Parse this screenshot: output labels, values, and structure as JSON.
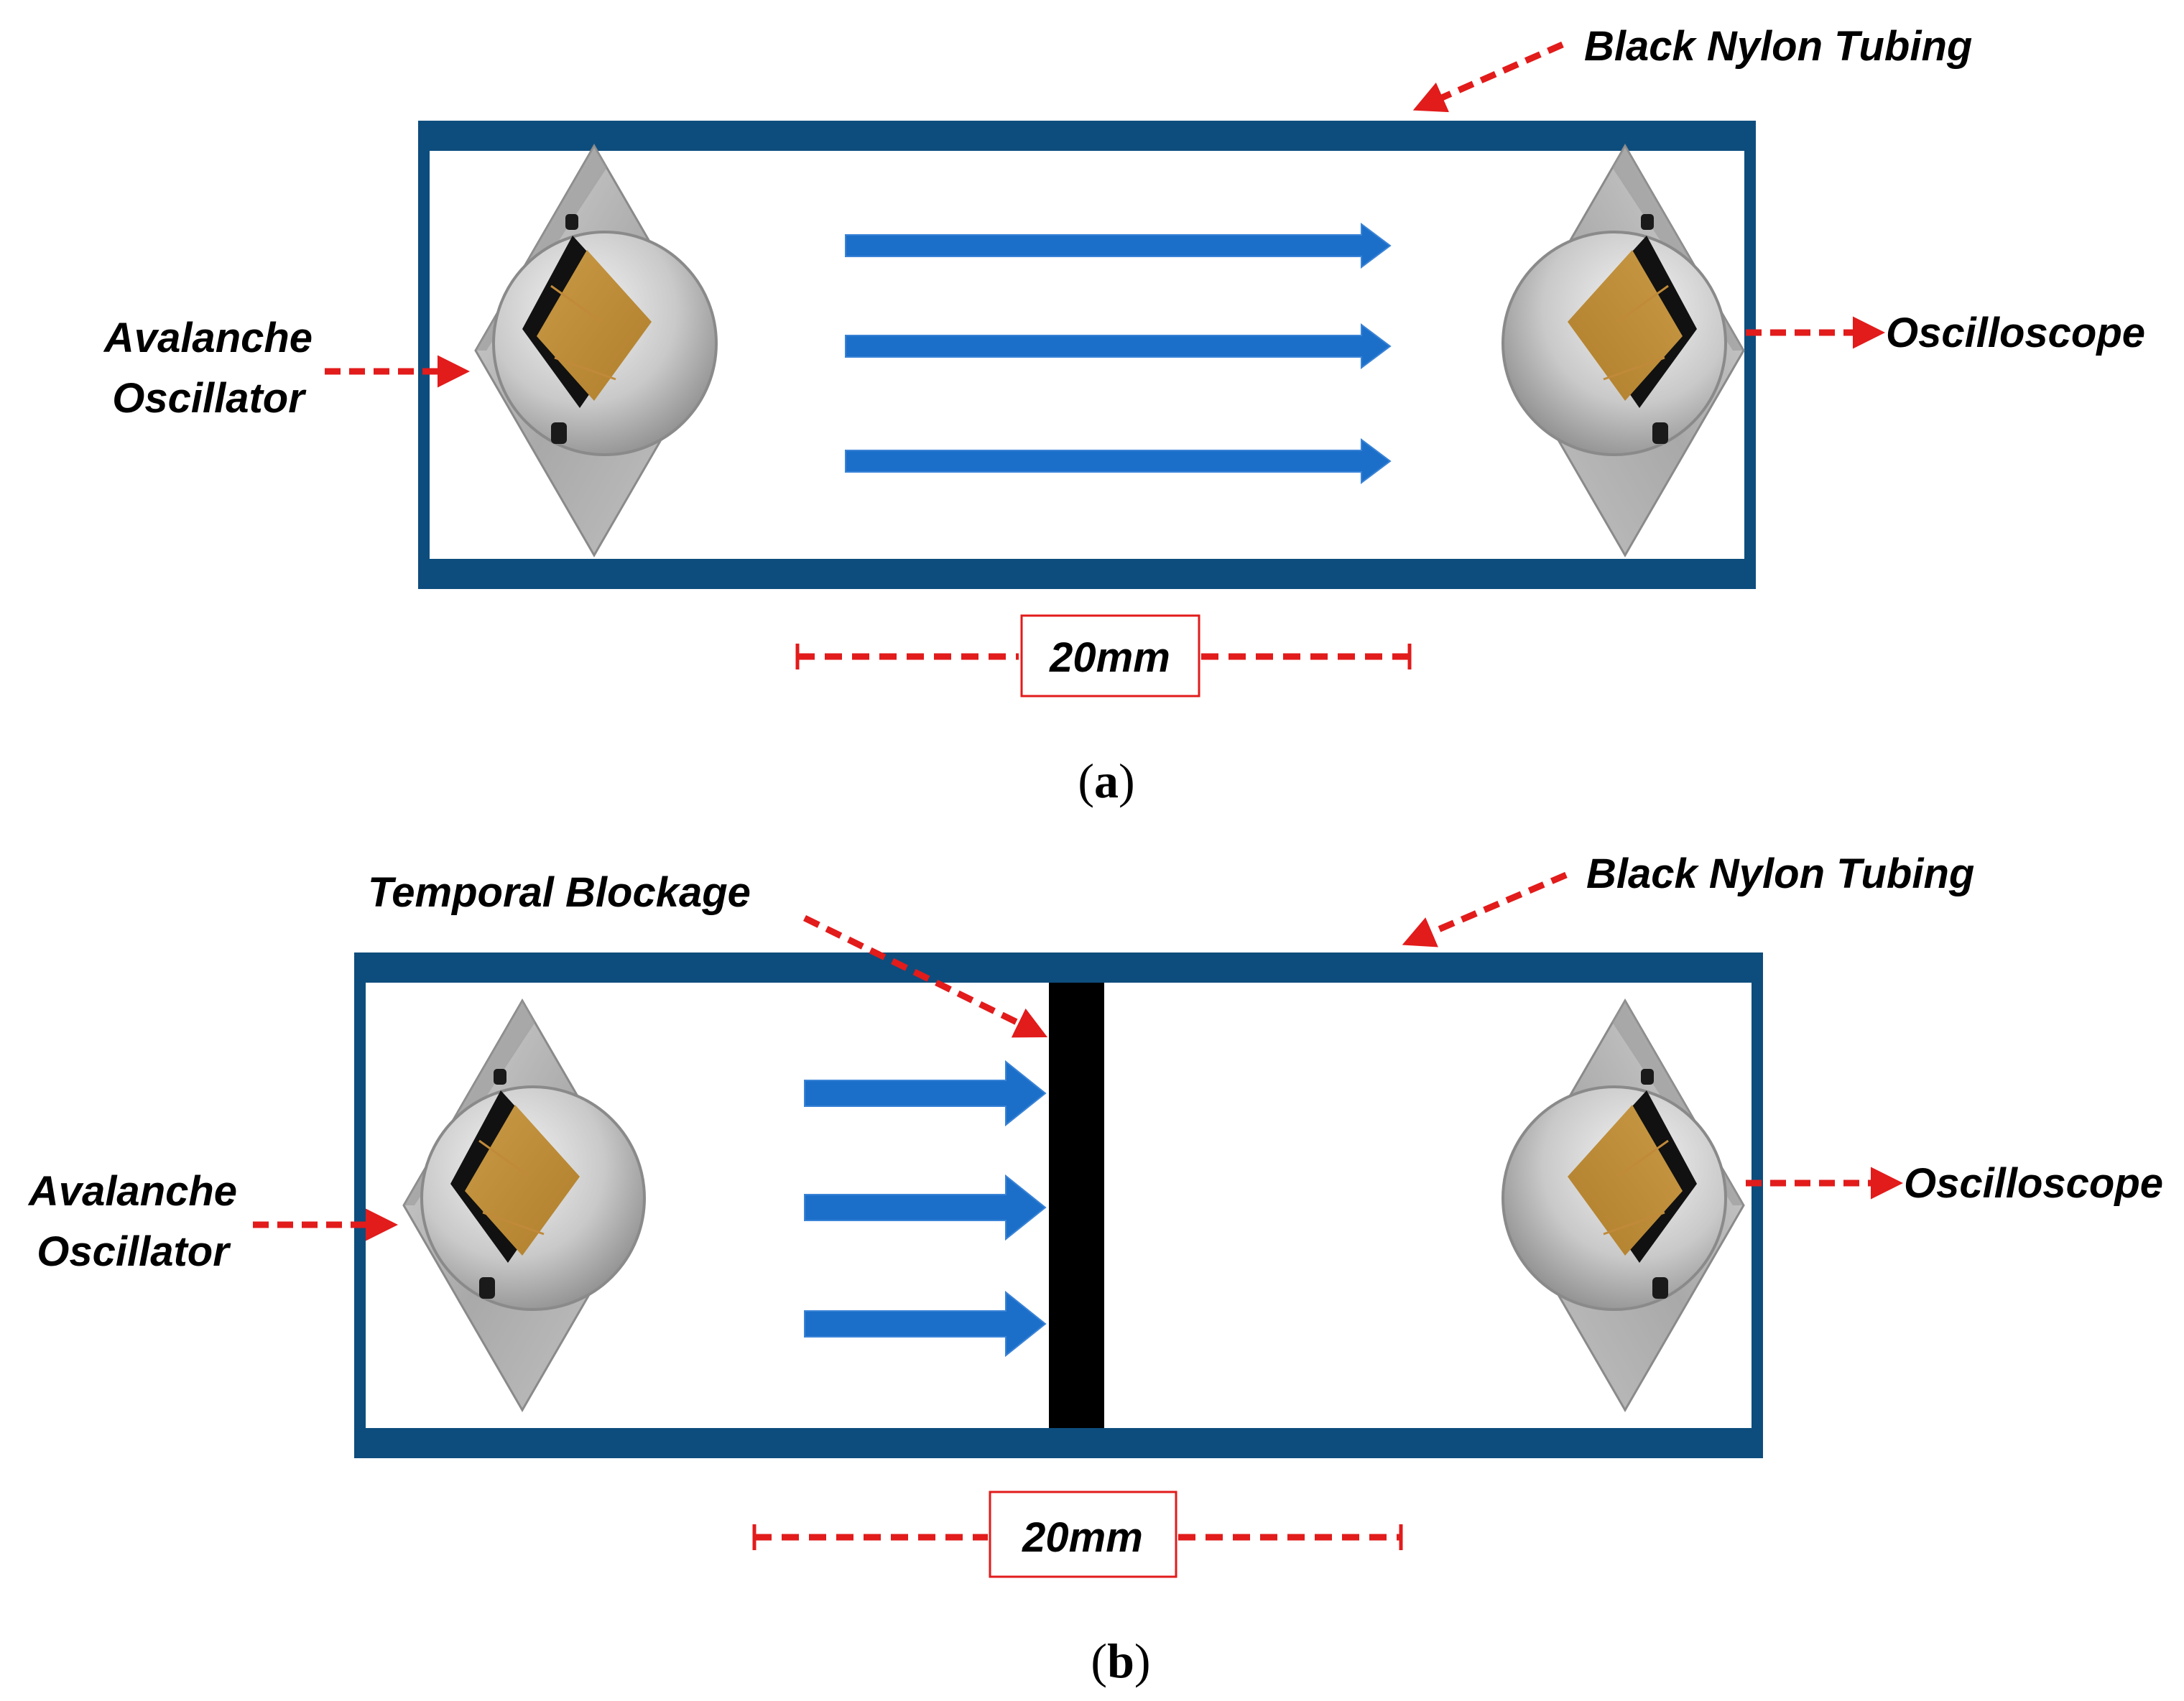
{
  "colors": {
    "tubing": "#0d4d7d",
    "beam_arrow": "#1b6fc9",
    "pointer_arrow": "#e21b1b",
    "blockage": "#000000",
    "scale_box_border": "#e21b1b"
  },
  "panel_a": {
    "tubing_label": "Black Nylon Tubing",
    "source_label_line1": "Avalanche",
    "source_label_line2": "Oscillator",
    "detector_label": "Oscilloscope",
    "scale_label": "20mm",
    "caption_open": "(",
    "caption_letter": "a",
    "caption_close": ")"
  },
  "panel_b": {
    "tubing_label": "Black Nylon Tubing",
    "blockage_label": "Temporal Blockage",
    "source_label_line1": "Avalanche",
    "source_label_line2": "Oscillator",
    "detector_label": "Oscilloscope",
    "scale_label": "20mm",
    "caption_open": "(",
    "caption_letter": "b",
    "caption_close": ")"
  },
  "icons": {
    "emitter": "led-emitter-icon",
    "detector": "led-detector-icon",
    "beam": "beam-arrow-icon",
    "pointer": "red-dashed-arrow-icon"
  }
}
